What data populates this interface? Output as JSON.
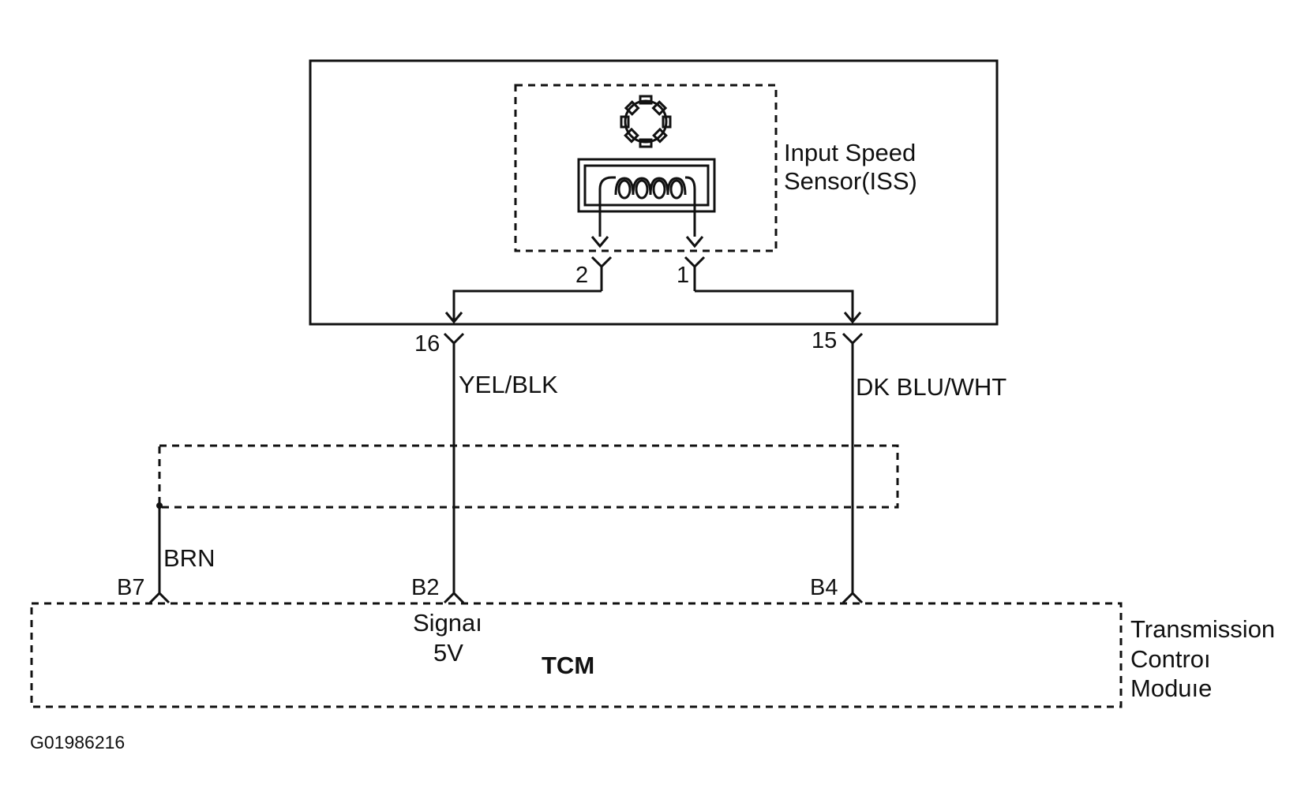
{
  "sensor": {
    "name_line1": "Input Speed",
    "name_line2": "Sensor(ISS)",
    "pin_left": "2",
    "pin_right": "1"
  },
  "harness": {
    "connector_left": "16",
    "connector_right": "15",
    "wire_left_color": "YEL/BLK",
    "wire_right_color": "DK BLU/WHT",
    "shield_wire_color": "BRN"
  },
  "module": {
    "pin_shield": "B7",
    "pin_signal": "B2",
    "pin_ground": "B4",
    "signal_line1": "Signaı",
    "signal_line2": "5V",
    "abbrev": "TCM",
    "name_line1": "Transmission",
    "name_line2": "Controı",
    "name_line3": "Moduıe"
  },
  "figure_id": "G01986216"
}
